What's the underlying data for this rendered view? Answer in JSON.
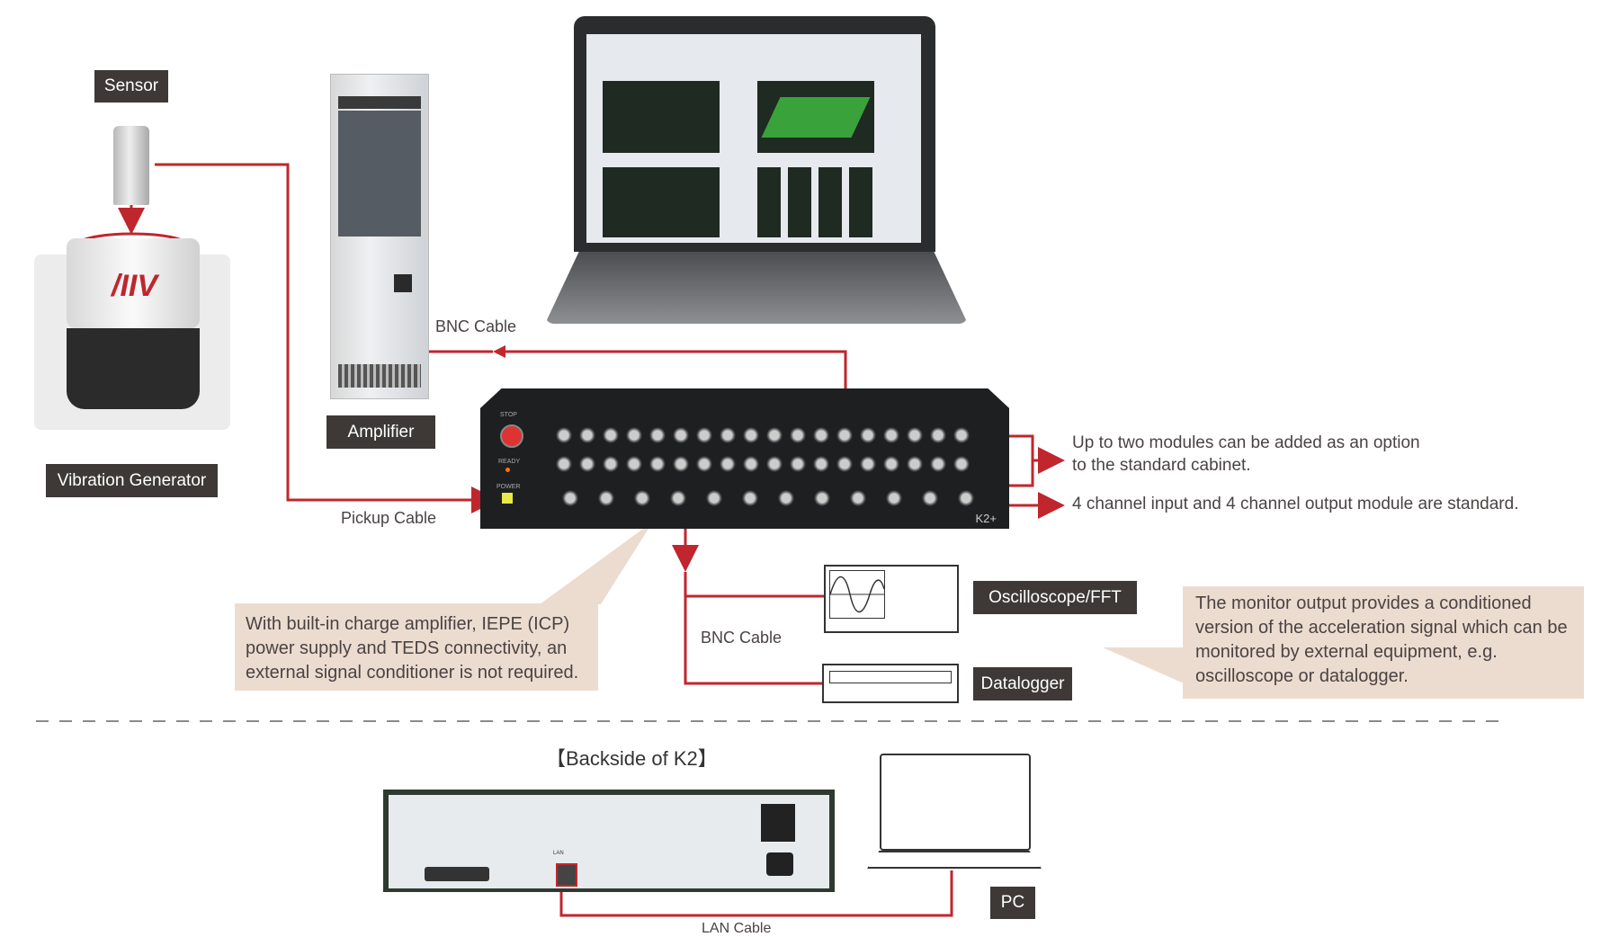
{
  "labels": {
    "sensor": "Sensor",
    "vibration_generator": "Vibration Generator",
    "amplifier": "Amplifier",
    "oscilloscope": "Oscilloscope/FFT",
    "datalogger": "Datalogger",
    "pc": "PC"
  },
  "cables": {
    "bnc_top": "BNC Cable",
    "pickup": "Pickup Cable",
    "bnc_bottom": "BNC Cable",
    "lan": "LAN Cable"
  },
  "descriptions": {
    "modules_option_line1": "Up to two modules can be added as an option",
    "modules_option_line2": "to the standard cabinet.",
    "standard_module": "4 channel input and 4 channel output module are standard."
  },
  "notes": {
    "charge_amp": "With built-in charge amplifier, IEPE (ICP) power supply and TEDS connectivity, an external signal conditioner is not required.",
    "monitor_output": "The monitor output provides a conditioned version of the acceleration signal which can be monitored by external equipment, e.g. oscilloscope or datalogger."
  },
  "backside": {
    "title": "【Backside of K2】",
    "lan_port": "LAN"
  },
  "controller": {
    "model": "K2+",
    "stop_label": "STOP",
    "ready_label": "READY",
    "power_label": "POWER"
  },
  "colors": {
    "cable_red": "#c0262d",
    "tag_bg": "#3e3936",
    "note_bg": "#ecdcd0"
  }
}
